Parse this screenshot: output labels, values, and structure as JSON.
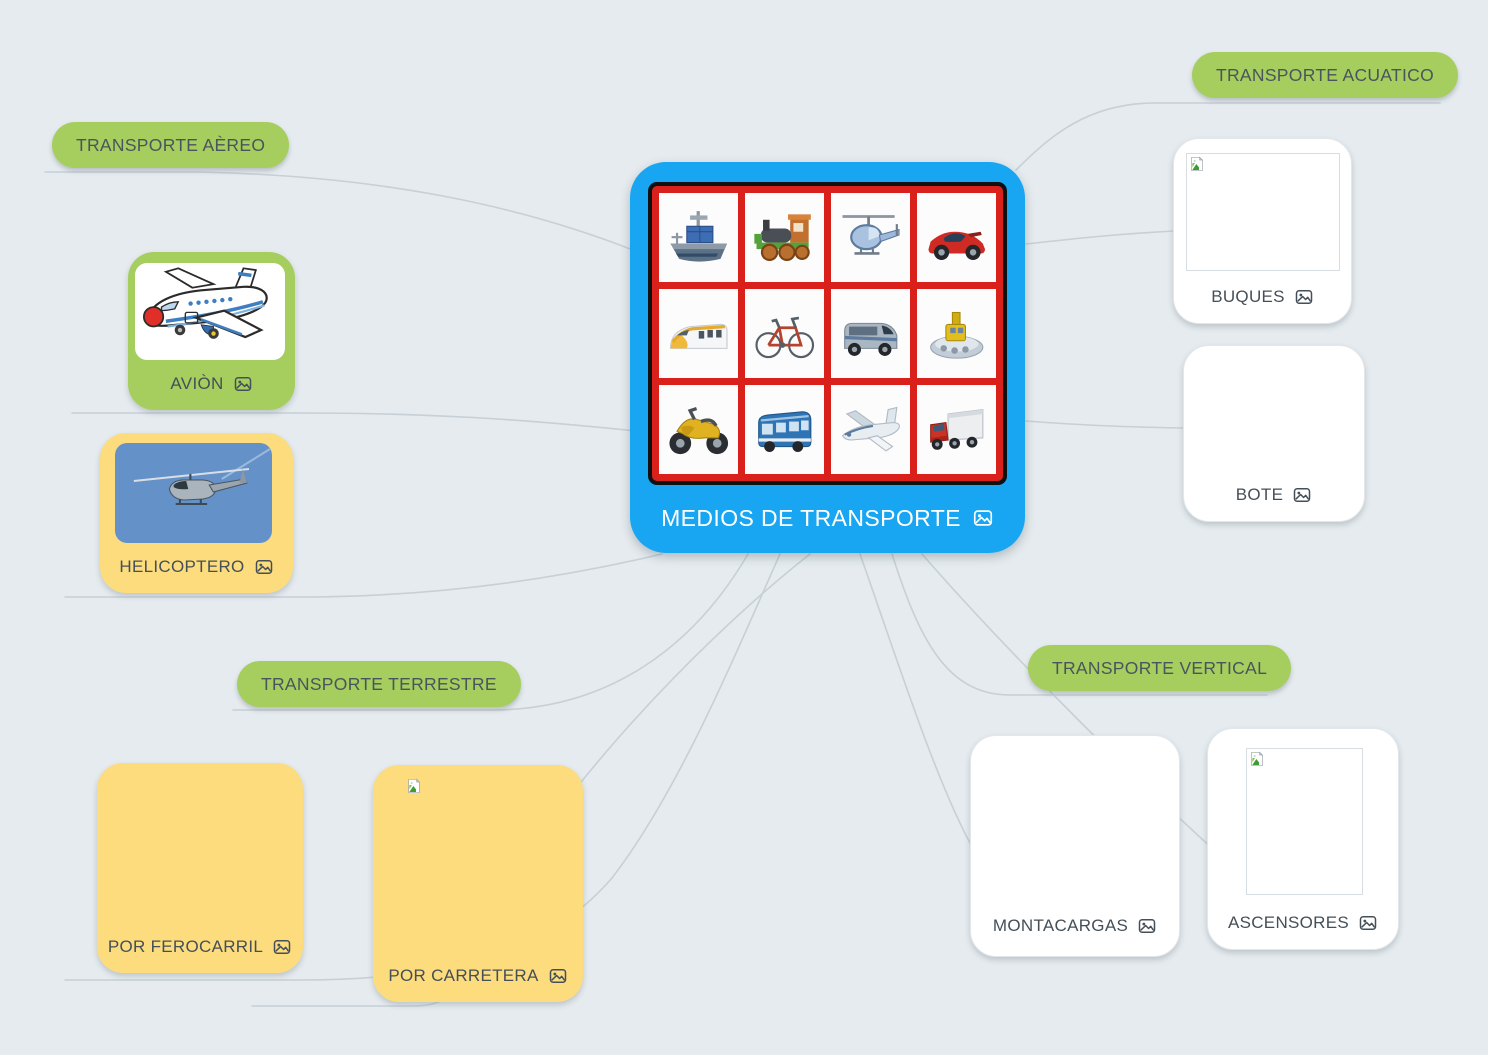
{
  "canvas": {
    "background": "#e5ebee",
    "branch_line_color": "#c7d0d7"
  },
  "palette": {
    "center_blue": "#18a6f2",
    "grid_red": "#d9201a",
    "topic_green": "#a6ce5e",
    "card_yellow": "#fcdc7c",
    "card_white": "#ffffff",
    "text_dark": "#4a545c"
  },
  "center": {
    "title": "MEDIOS DE TRANSPORTE",
    "title_icon": "image-icon",
    "grid_vehicles": [
      "cargo-ship",
      "steam-train",
      "helicopter",
      "sports-car",
      "bullet-train",
      "bicycle",
      "van",
      "tugboat",
      "motorcycle",
      "bus",
      "airplane",
      "truck"
    ]
  },
  "topics": {
    "aereo": {
      "label": "TRANSPORTE AÈREO"
    },
    "acuatico": {
      "label": "TRANSPORTE ACUATICO"
    },
    "terrestre": {
      "label": "TRANSPORTE TERRESTRE"
    },
    "vertical": {
      "label": "TRANSPORTE VERTICAL"
    }
  },
  "nodes": {
    "avion": {
      "label": "AVIÒN",
      "image": "cartoon-airplane"
    },
    "helicoptero": {
      "label": "HELICOPTERO",
      "image": "helicopter-photo"
    },
    "buques": {
      "label": "BUQUES",
      "image": "broken-image-placeholder"
    },
    "bote": {
      "label": "BOTE",
      "image": "none"
    },
    "ferocarril": {
      "label": "POR FEROCARRIL",
      "image": "none"
    },
    "carretera": {
      "label": "POR CARRETERA",
      "image": "broken-image-placeholder"
    },
    "montacargas": {
      "label": "MONTACARGAS",
      "image": "none"
    },
    "ascensores": {
      "label": "ASCENSORES",
      "image": "broken-image-placeholder"
    }
  }
}
